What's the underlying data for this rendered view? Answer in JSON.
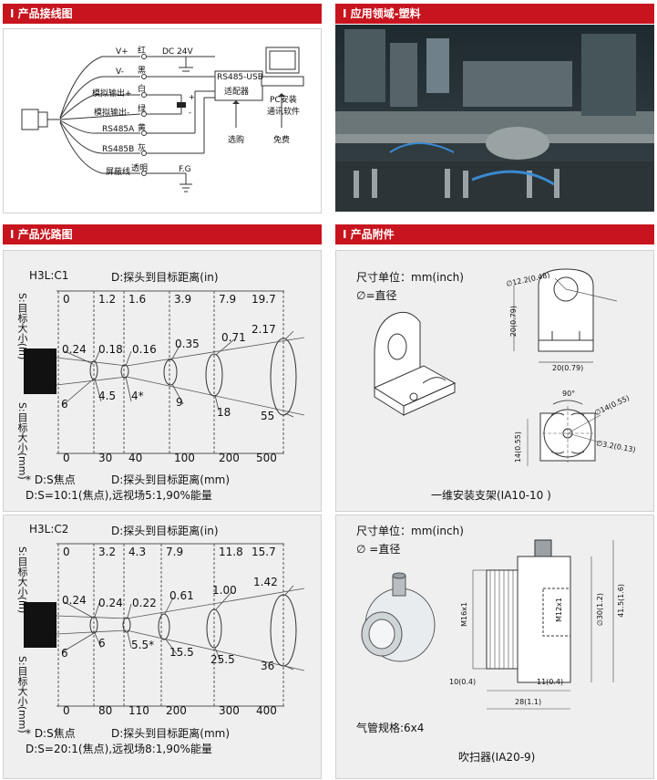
{
  "wiring": {
    "title": "I 产品接线图",
    "labels": {
      "vplus": "V+",
      "vminus": "V-",
      "ana_plus": "模拟输出+",
      "ana_minus": "模拟输出-",
      "rs485a": "RS485A",
      "rs485b": "RS485B",
      "shield": "屏蔽线"
    },
    "colors": {
      "red": "红",
      "black": "黑",
      "white": "白",
      "green": "绿",
      "yellow": "黄",
      "gray": "灰",
      "clear": "透明"
    },
    "dc": "DC 24V",
    "adapter1": "RS485-USB",
    "adapter2": "适配器",
    "pc1": "PC安装",
    "pc2": "通讯软件",
    "optional": "选购",
    "free": "免费",
    "fg": "F.G"
  },
  "application": {
    "title": "I 应用领域-塑料"
  },
  "optics": {
    "title": "I 产品光路图",
    "c1": {
      "model": "H3L:C1",
      "dist_in_label": "D:探头到目标距离(in)",
      "dist_mm_label": "D:探头到目标距离(mm)",
      "dist_in": [
        "0",
        "1.2",
        "1.6",
        "3.9",
        "7.9",
        "19.7"
      ],
      "spot_in": [
        "0.24",
        "0.18",
        "0.16",
        "0.35",
        "0.71",
        "2.17"
      ],
      "spot_mm": [
        "6",
        "4.5",
        "4*",
        "9",
        "18",
        "55"
      ],
      "dist_mm": [
        "0",
        "30",
        "40",
        "100",
        "200",
        "500"
      ],
      "ylabel_in": "S:目标大小(in)",
      "ylabel_mm": "S:目标大小(mm)",
      "note1": "* D:S焦点",
      "note2": "D:S=10:1(焦点),远视场5:1,90%能量"
    },
    "c2": {
      "model": "H3L:C2",
      "dist_in_label": "D:探头到目标距离(in)",
      "dist_mm_label": "D:探头到目标距离(mm)",
      "dist_in": [
        "0",
        "3.2",
        "4.3",
        "7.9",
        "11.8",
        "15.7"
      ],
      "spot_in": [
        "0.24",
        "0.24",
        "0.22",
        "0.61",
        "1.00",
        "1.42"
      ],
      "spot_mm": [
        "6",
        "6",
        "5.5*",
        "15.5",
        "25.5",
        "36"
      ],
      "dist_mm": [
        "0",
        "80",
        "110",
        "200",
        "300",
        "400"
      ],
      "ylabel_in": "S:目标大小(in)",
      "ylabel_mm": "S:目标大小(mm)",
      "note1": "* D:S焦点",
      "note2": "D:S=20:1(焦点),远视场8:1,90%能量"
    }
  },
  "accessories": {
    "title": "I 产品附件",
    "bracket": {
      "unit": "尺寸单位：mm(inch)",
      "dia": "∅=直径",
      "d1": "∅12.2(0.48)",
      "d2": "20(0.79)",
      "d3": "20(0.79)",
      "d4": "90°",
      "d5": "∅14(0.55)",
      "d6": "∅3.2(0.13)",
      "d7": "14(0.55)",
      "caption": "一维安装支架(IA10-10 )"
    },
    "purge": {
      "unit": "尺寸单位：mm(inch)",
      "dia": "∅ =直径",
      "m16": "M16x1",
      "m12": "M12x1",
      "d30": "∅30(1.2)",
      "d41": "41.5(1.6)",
      "d10": "10(0.4)",
      "d11": "11(0.4)",
      "d28": "28(1.1)",
      "tube": "气管规格:6x4",
      "caption": "吹扫器(IA20-9)"
    }
  }
}
